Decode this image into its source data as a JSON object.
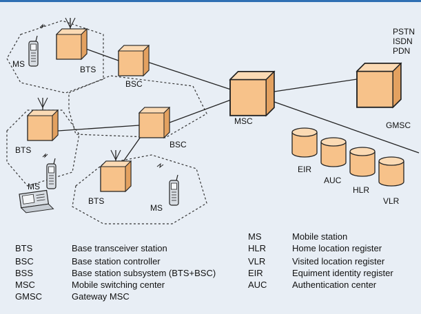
{
  "nodes": {
    "bts_top": "BTS",
    "bsc_top": "BSC",
    "ms_top": "MS",
    "bts_mid": "BTS",
    "bsc_mid": "BSC",
    "ms_mid": "MS",
    "bts_bottom": "BTS",
    "ms_bottom": "MS",
    "msc": "MSC",
    "gmsc": "GMSC",
    "eir": "EIR",
    "auc": "AUC",
    "hlr": "HLR",
    "vlr": "VLR",
    "external_networks": [
      "PSTN",
      "ISDN",
      "PDN"
    ]
  },
  "legend_left": [
    {
      "abbr": "BTS",
      "desc": "Base transceiver station"
    },
    {
      "abbr": "BSC",
      "desc": "Base station controller"
    },
    {
      "abbr": "BSS",
      "desc": "Base station subsystem (BTS+BSC)"
    },
    {
      "abbr": "MSC",
      "desc": "Mobile switching center"
    },
    {
      "abbr": "GMSC",
      "desc": "Gateway MSC"
    }
  ],
  "legend_right": [
    {
      "abbr": "MS",
      "desc": "Mobile station"
    },
    {
      "abbr": "HLR",
      "desc": "Home location register"
    },
    {
      "abbr": "VLR",
      "desc": "Visited location register"
    },
    {
      "abbr": "EIR",
      "desc": "Equiment identity register"
    },
    {
      "abbr": "AUC",
      "desc": "Authentication center"
    }
  ],
  "colors": {
    "background": "#e8eef5",
    "box_face": "#f7c28a",
    "box_top": "#fbdab4",
    "box_side": "#e3a160",
    "outline": "#222222",
    "top_band": "#2f6fb3"
  }
}
